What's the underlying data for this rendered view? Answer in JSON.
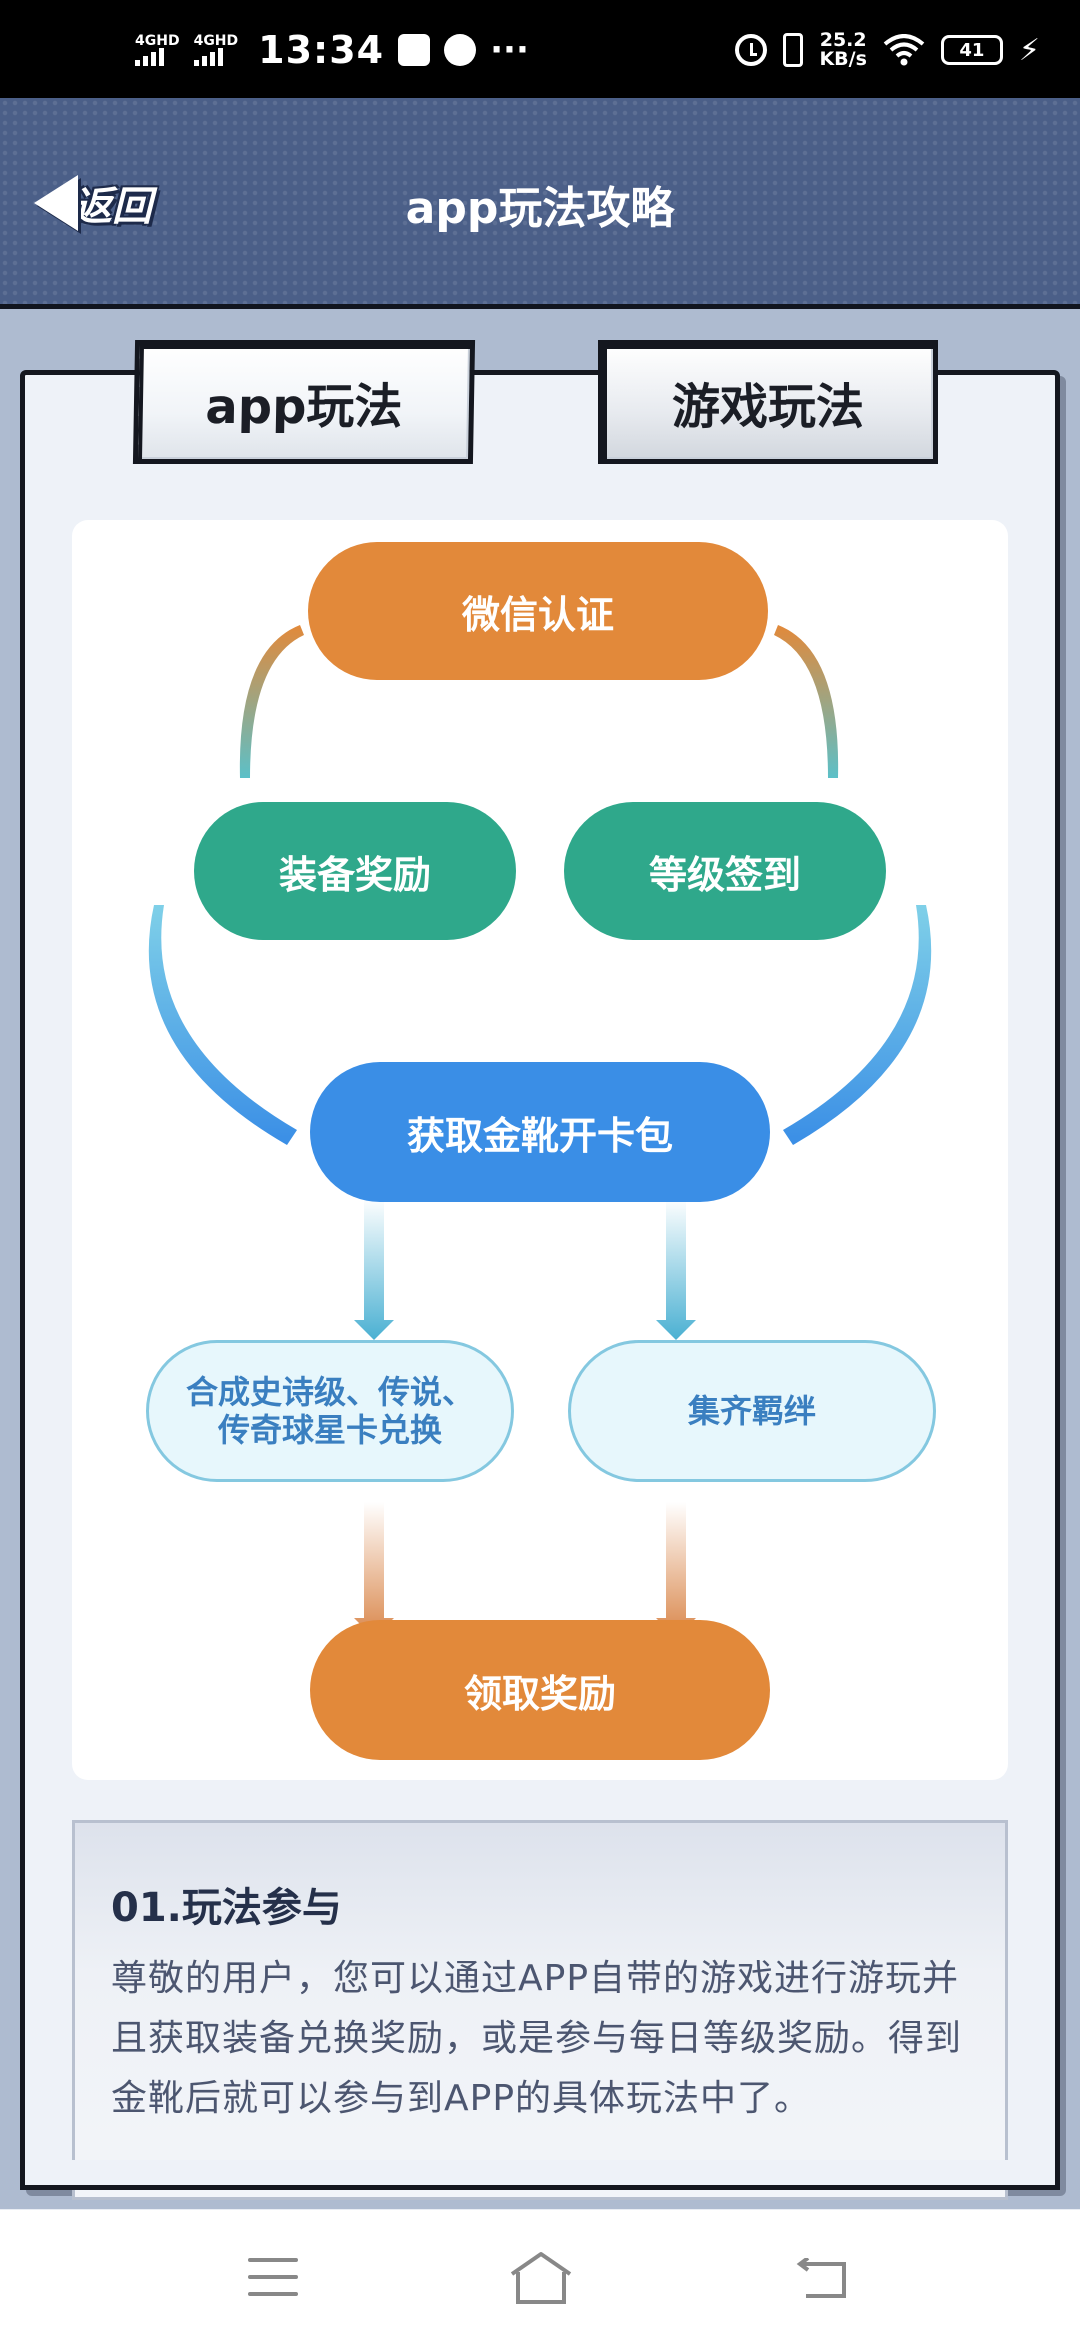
{
  "status_bar": {
    "network1": "4GHD",
    "network2": "4GHD",
    "time": "13:34",
    "more": "···",
    "speed_value": "25.2",
    "speed_unit": "KB/s",
    "battery": "41"
  },
  "header": {
    "back_label": "返回",
    "title": "app玩法攻略"
  },
  "tabs": [
    {
      "label": "app玩法"
    },
    {
      "label": "游戏玩法"
    }
  ],
  "diagram": {
    "nodes": {
      "wechat": "微信认证",
      "equip_reward": "装备奖励",
      "level_checkin": "等级签到",
      "get_boots": "获取金靴开卡包",
      "synthesize_line1": "合成史诗级、传说、",
      "synthesize_line2": "传奇球星卡兑换",
      "collect_bonds": "集齐羁绊",
      "claim_reward": "领取奖励"
    }
  },
  "info": {
    "heading": "01.玩法参与",
    "body": "尊敬的用户，您可以通过APP自带的游戏进行游玩并且获取装备兑换奖励，或是参与每日等级奖励。得到金靴后就可以参与到APP的具体玩法中了。"
  },
  "colors": {
    "header_bg": "#4b5f88",
    "orange": "#e2893a",
    "green": "#2fa88b",
    "blue": "#3a8ee6",
    "pale_border": "#84c8e0"
  }
}
